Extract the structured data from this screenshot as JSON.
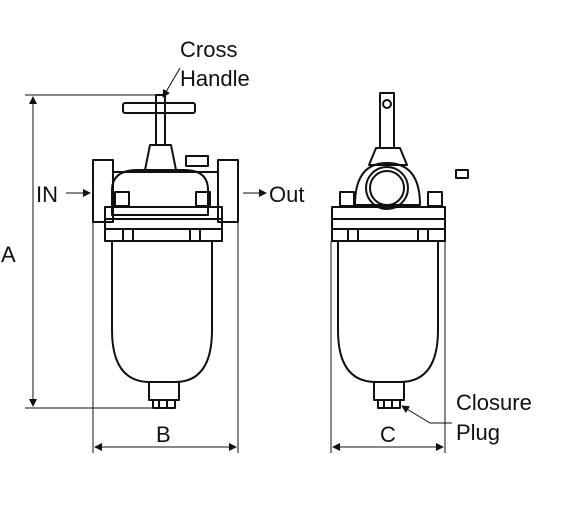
{
  "labels": {
    "cross_handle_line1": "Cross",
    "cross_handle_line2": "Handle",
    "inlet": "IN",
    "outlet": "Out",
    "dim_a": "A",
    "dim_b": "B",
    "dim_c": "C",
    "closure_plug_line1": "Closure",
    "closure_plug_line2": "Plug"
  },
  "colors": {
    "line": "#111111",
    "background": "#ffffff"
  }
}
